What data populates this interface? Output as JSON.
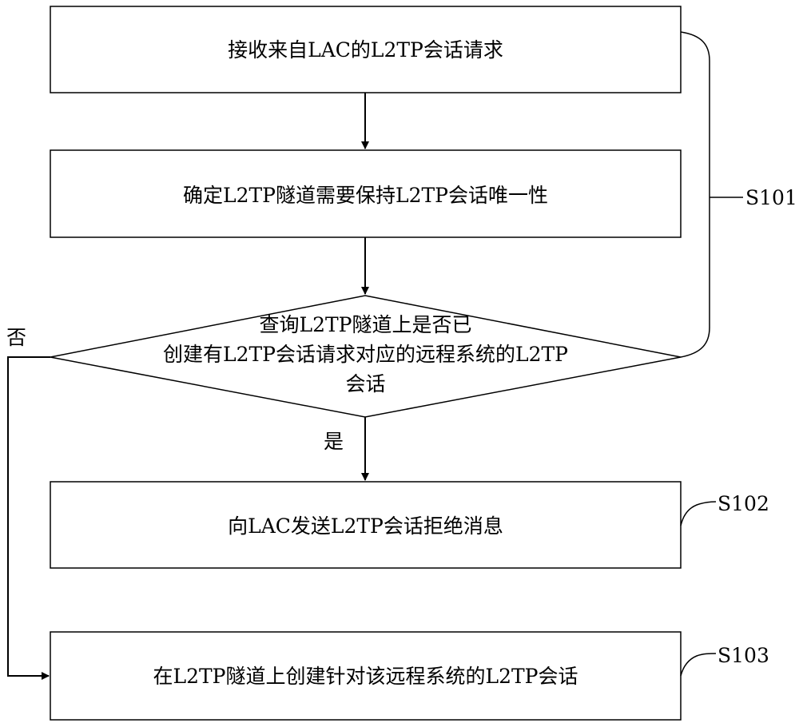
{
  "steps": {
    "receive": "接收来自LAC的L2TP会话请求",
    "determine": "确定L2TP隧道需要保持L2TP会话唯一性",
    "reject": "向LAC发送L2TP会话拒绝消息",
    "create": "在L2TP隧道上创建针对该远程系统的L2TP会话"
  },
  "decision": {
    "line1": "查询L2TP隧道上是否已",
    "line2": "创建有L2TP会话请求对应的远程系统的L2TP",
    "line3": "会话",
    "yes_label": "是",
    "no_label": "否"
  },
  "step_ids": {
    "s101": "S101",
    "s102": "S102",
    "s103": "S103"
  }
}
